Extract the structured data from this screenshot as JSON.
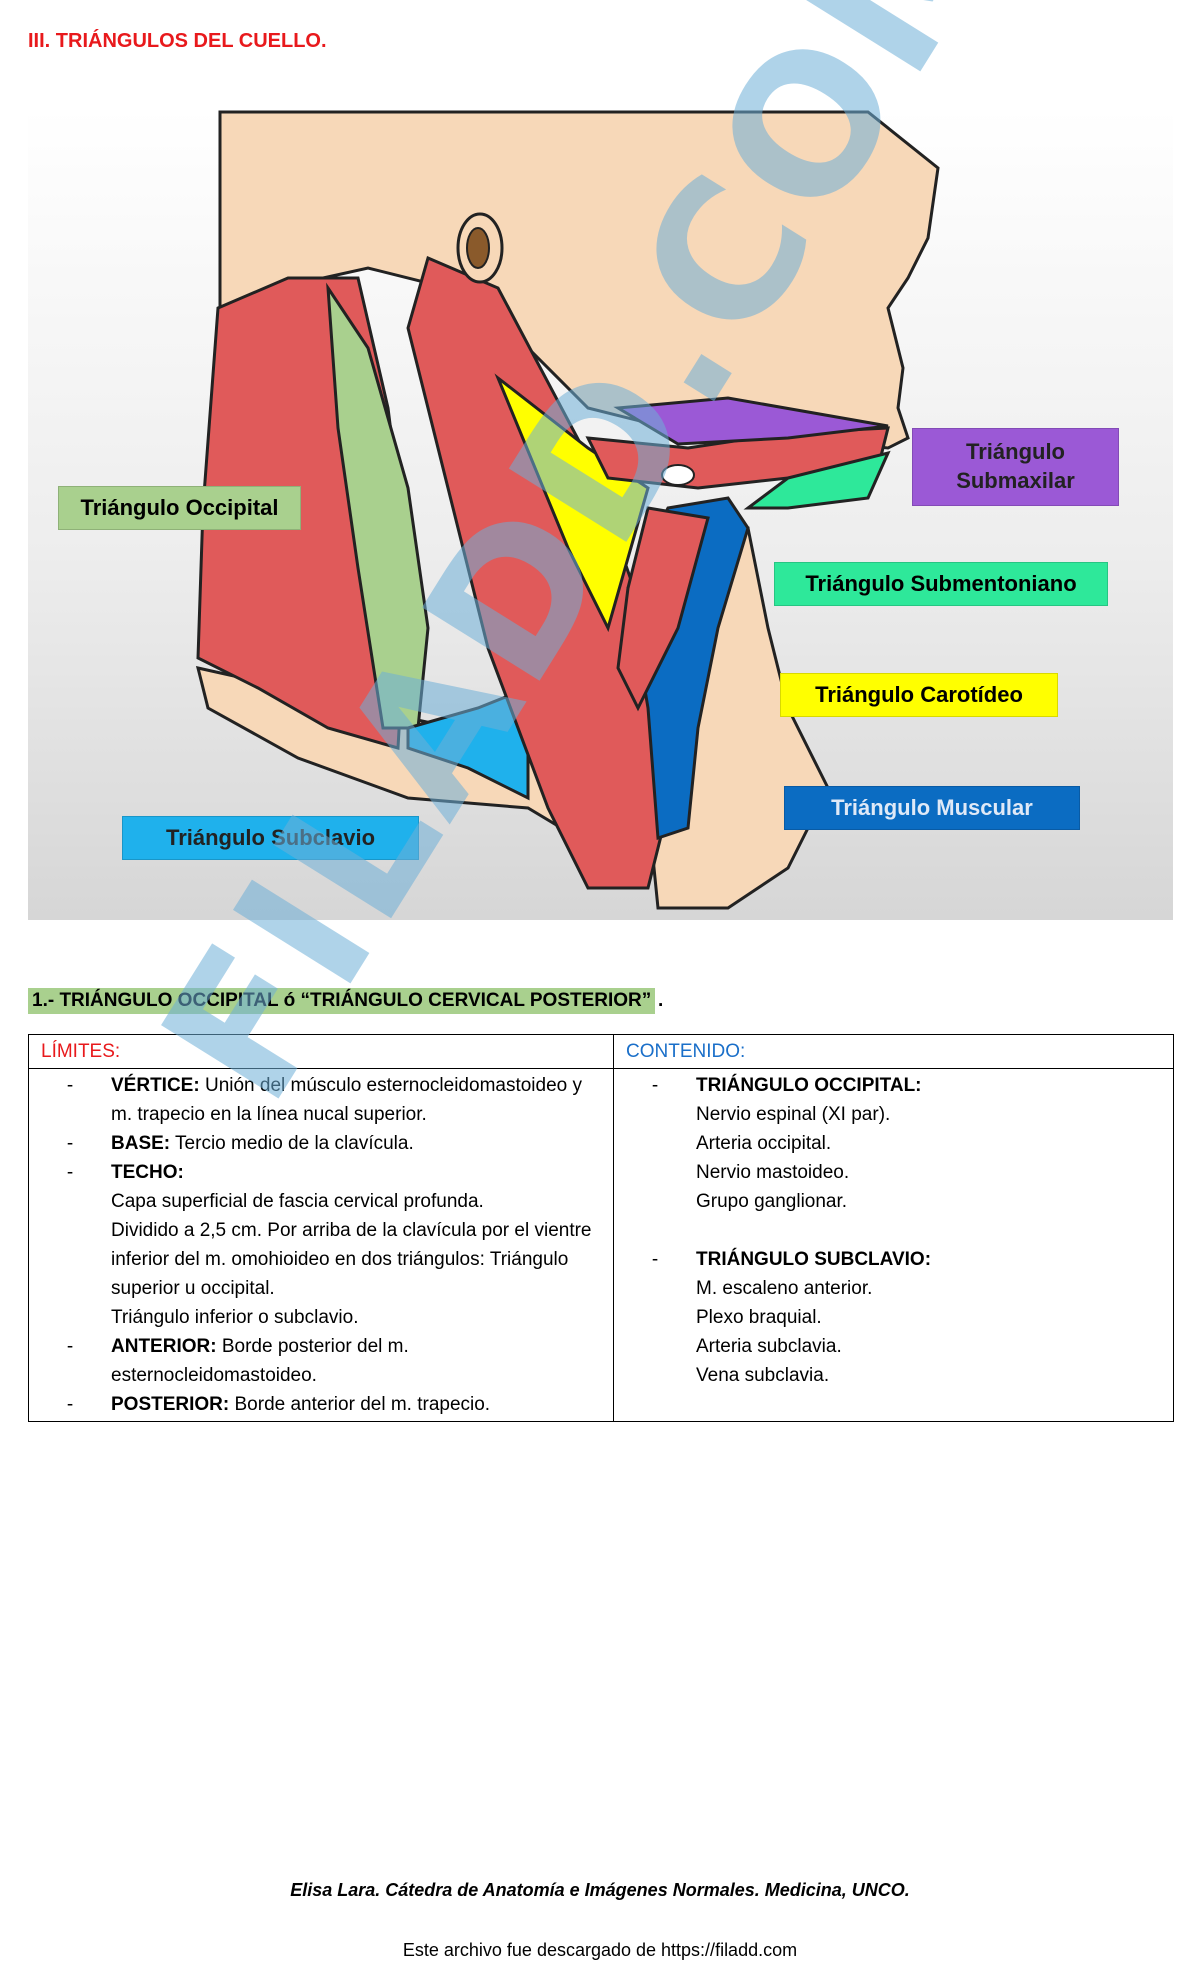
{
  "page_title": "III. TRIÁNGULOS DEL CUELLO.",
  "figure": {
    "labels": {
      "occipital": "Triángulo Occipital",
      "submaxilar": "Triángulo Submaxilar",
      "submentoniano": "Triángulo Submentoniano",
      "carotideo": "Triángulo Carotídeo",
      "muscular": "Triángulo Muscular",
      "subclavio": "Triángulo Subclavio"
    },
    "colors": {
      "occipital": "#a9d08e",
      "submaxilar": "#9b59d6",
      "submentoniano": "#2ee89a",
      "carotideo": "#ffff00",
      "muscular": "#0b6cc2",
      "subclavio": "#1fb1ec",
      "muscle": "#e05a5a",
      "skin": "#f7d8b8"
    }
  },
  "section": {
    "title": "1.- TRIÁNGULO OCCIPITAL ó “TRIÁNGULO CERVICAL POSTERIOR”",
    "period": "."
  },
  "table": {
    "limites_header": "LÍMITES:",
    "contenido_header": "CONTENIDO:",
    "limites": [
      {
        "dash": "-",
        "term": "VÉRTICE:",
        "text": " Unión del músculo esternocleidomastoideo y m. trapecio en la línea nucal superior."
      },
      {
        "dash": "-",
        "term": "BASE:",
        "text": " Tercio medio de la clavícula."
      },
      {
        "dash": "-",
        "term": "TECHO:",
        "text": ""
      },
      {
        "dash": "-",
        "term": "ANTERIOR:",
        "text": " Borde posterior del m. esternocleidomastoideo."
      },
      {
        "dash": "-",
        "term": "POSTERIOR:",
        "text": " Borde anterior del m. trapecio."
      }
    ],
    "techo_lines": [
      "Capa superficial de fascia cervical profunda.",
      "Dividido a 2,5 cm. Por arriba de la clavícula por el vientre inferior del m. omohioideo en dos triángulos: Triángulo superior u occipital.",
      "Triángulo inferior o subclavio."
    ],
    "contenido": [
      {
        "dash": "-",
        "term": "TRIÁNGULO OCCIPITAL:",
        "lines": [
          "Nervio espinal (XI par).",
          "Arteria occipital.",
          "Nervio mastoideo.",
          "Grupo ganglionar."
        ]
      },
      {
        "dash": "-",
        "term": "TRIÁNGULO SUBCLAVIO:",
        "lines": [
          "M. escaleno anterior.",
          "Plexo braquial.",
          "Arteria subclavia.",
          "Vena subclavia."
        ]
      }
    ]
  },
  "footer": {
    "credit": "Elisa Lara. Cátedra de Anatomía e Imágenes Normales. Medicina, UNCO.",
    "download": "Este archivo fue descargado de https://filadd.com"
  },
  "watermark": "FILADD.COM"
}
